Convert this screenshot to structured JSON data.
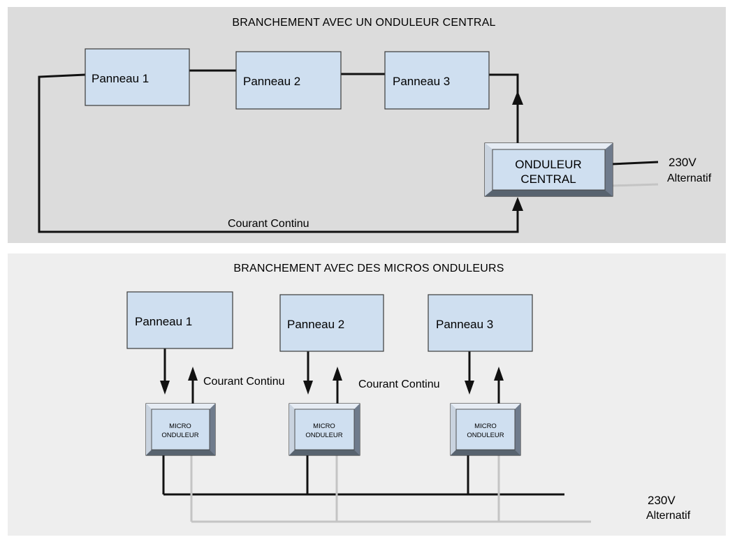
{
  "top": {
    "title": "BRANCHEMENT AVEC UN ONDULEUR CENTRAL",
    "panels": [
      "Panneau 1",
      "Panneau 2",
      "Panneau 3"
    ],
    "inverter_line1": "ONDULEUR",
    "inverter_line2": "CENTRAL",
    "output_line1": "230V",
    "output_line2": "Alternatif",
    "dc_label": "Courant Continu"
  },
  "bottom": {
    "title": "BRANCHEMENT AVEC DES MICROS ONDULEURS",
    "panels": [
      "Panneau 1",
      "Panneau 2",
      "Panneau 3"
    ],
    "micro_line1": "MICRO",
    "micro_line2": "ONDULEUR",
    "dc_label": "Courant Continu",
    "output_line1": "230V",
    "output_line2": "Alternatif"
  },
  "colors": {
    "panel_fill": "#cfdff0",
    "top_background": "#dcdcdc",
    "bottom_background": "#eeeeee",
    "dc_wire": "#111111",
    "ac_neutral_wire": "#c4c4c4"
  }
}
